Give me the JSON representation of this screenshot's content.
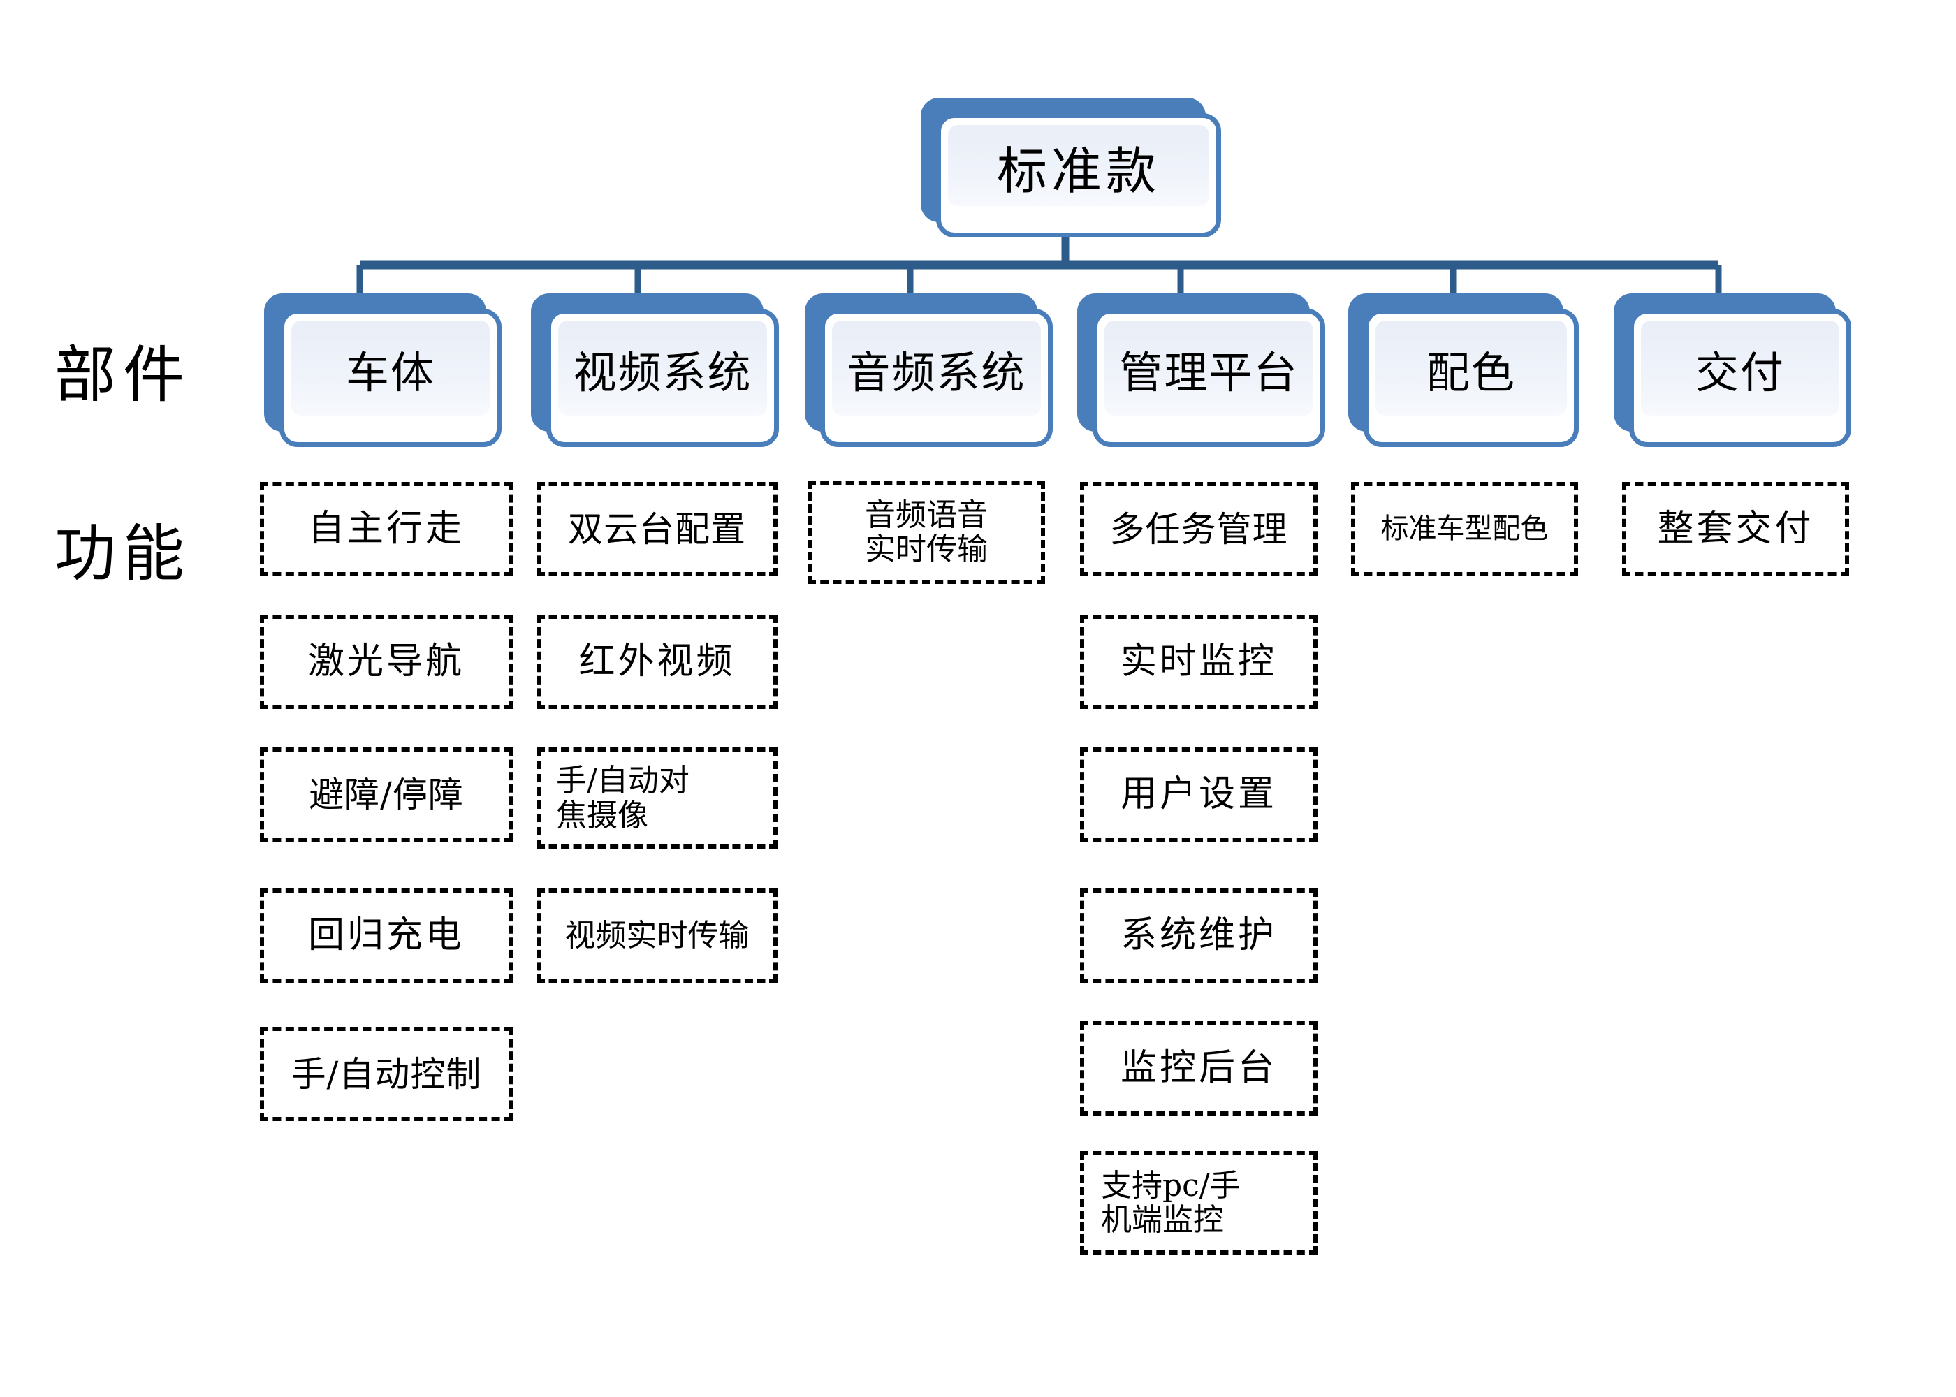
{
  "diagram": {
    "title_node": {
      "label": "标准款"
    },
    "row_labels": {
      "components": "部件",
      "functions": "功能"
    },
    "colors": {
      "node_blue": "#4A7EBB",
      "node_inner_fill": "#EDF1F8",
      "connector": "#2E5C8A",
      "dashed_border": "#000000",
      "text": "#000000",
      "background": "#FFFFFF"
    },
    "components": [
      {
        "label": "车体"
      },
      {
        "label": "视频系统"
      },
      {
        "label": "音频系统"
      },
      {
        "label": "管理平台"
      },
      {
        "label": "配色"
      },
      {
        "label": "交付"
      }
    ],
    "functions": [
      {
        "component": "车体",
        "items": [
          "自主行走",
          "激光导航",
          "避障/停障",
          "回归充电",
          "手/自动控制"
        ]
      },
      {
        "component": "视频系统",
        "items": [
          "双云台配置",
          "红外视频",
          "手/自动对\n焦摄像",
          "视频实时传输"
        ]
      },
      {
        "component": "音频系统",
        "items": [
          "音频语音\n实时传输"
        ]
      },
      {
        "component": "管理平台",
        "items": [
          "多任务管理",
          "实时监控",
          "用户设置",
          "系统维护",
          "监控后台",
          "支持pc/手\n机端监控"
        ]
      },
      {
        "component": "配色",
        "items": [
          "标准车型配色"
        ]
      },
      {
        "component": "交付",
        "items": [
          "整套交付"
        ]
      }
    ]
  }
}
